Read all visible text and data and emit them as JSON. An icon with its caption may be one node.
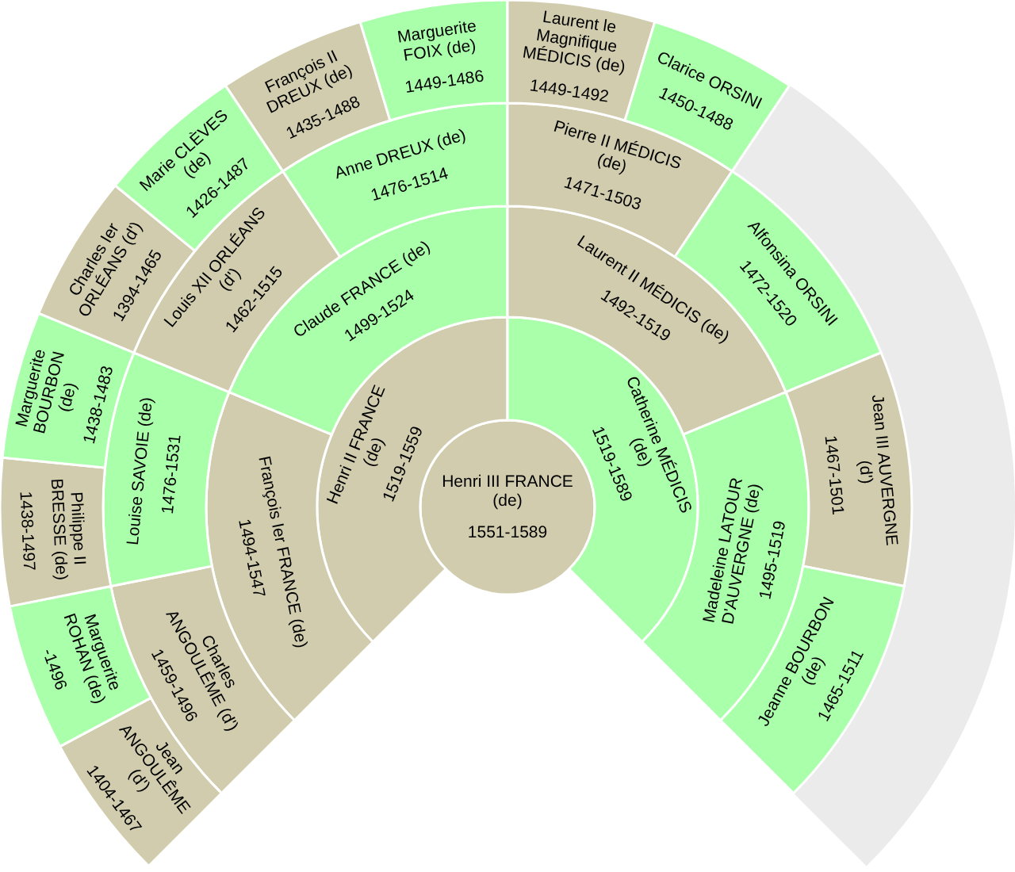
{
  "diagram": {
    "nodes": [
      {
        "text": [
          "Henri III FRANCE (de)",
          "1551-1589"
        ]
      },
      {
        "text": [
          "Henri II FRANCE (de)",
          "1519-1559"
        ]
      },
      {
        "text": [
          "Catherine MÉDICIS (de)",
          "1519-1589"
        ]
      },
      {
        "text": [
          "François Ier FRANCE (de)",
          "1494-1547"
        ]
      },
      {
        "text": [
          "Claude FRANCE (de)",
          "1499-1524"
        ]
      },
      {
        "text": [
          "Laurent II MÉDICIS (de)",
          "1492-1519"
        ]
      },
      {
        "text": [
          "Madeleine LATOUR D'AUVERGNE (de)",
          "1495-1519"
        ]
      },
      {
        "text": [
          "Charles ANGOULÊME (d')",
          "1459-1496"
        ]
      },
      {
        "text": [
          "Louise SAVOIE (de)",
          "1476-1531"
        ]
      },
      {
        "text": [
          "Louis XII ORLÉANS (d')",
          "1462-1515"
        ]
      },
      {
        "text": [
          "Anne DREUX (de)",
          "1476-1514"
        ]
      },
      {
        "text": [
          "Pierre II MÉDICIS (de)",
          "1471-1503"
        ]
      },
      {
        "text": [
          "Alfonsina ORSINI",
          "1472-1520"
        ]
      },
      {
        "text": [
          "Jean III AUVERGNE (d')",
          "1467-1501"
        ]
      },
      {
        "text": [
          "Jeanne BOURBON (de)",
          "1465-1511"
        ]
      },
      {
        "text": [
          "Jean ANGOULÊME (d')",
          "1404-1467"
        ]
      },
      {
        "text": [
          "Marguerite ROHAN (de)",
          "-1496"
        ]
      },
      {
        "text": [
          "Philippe II BRESSE (de)",
          "1438-1497"
        ]
      },
      {
        "text": [
          "Marguerite BOURBON (de)",
          "1438-1483"
        ]
      },
      {
        "text": [
          "Charles Ier ORLÉANS (d')",
          "1394-1465"
        ]
      },
      {
        "text": [
          "Marie CLÈVES (de)",
          "1426-1487"
        ]
      },
      {
        "text": [
          "François II DREUX (de)",
          "1435-1488"
        ]
      },
      {
        "text": [
          "Marguerite FOIX (de)",
          "1449-1486"
        ]
      },
      {
        "text": [
          "Laurent le Magnifique MÉDICIS (de)",
          "1449-1492"
        ]
      },
      {
        "text": [
          "Clarice ORSINI",
          "1450-1488"
        ]
      }
    ]
  }
}
